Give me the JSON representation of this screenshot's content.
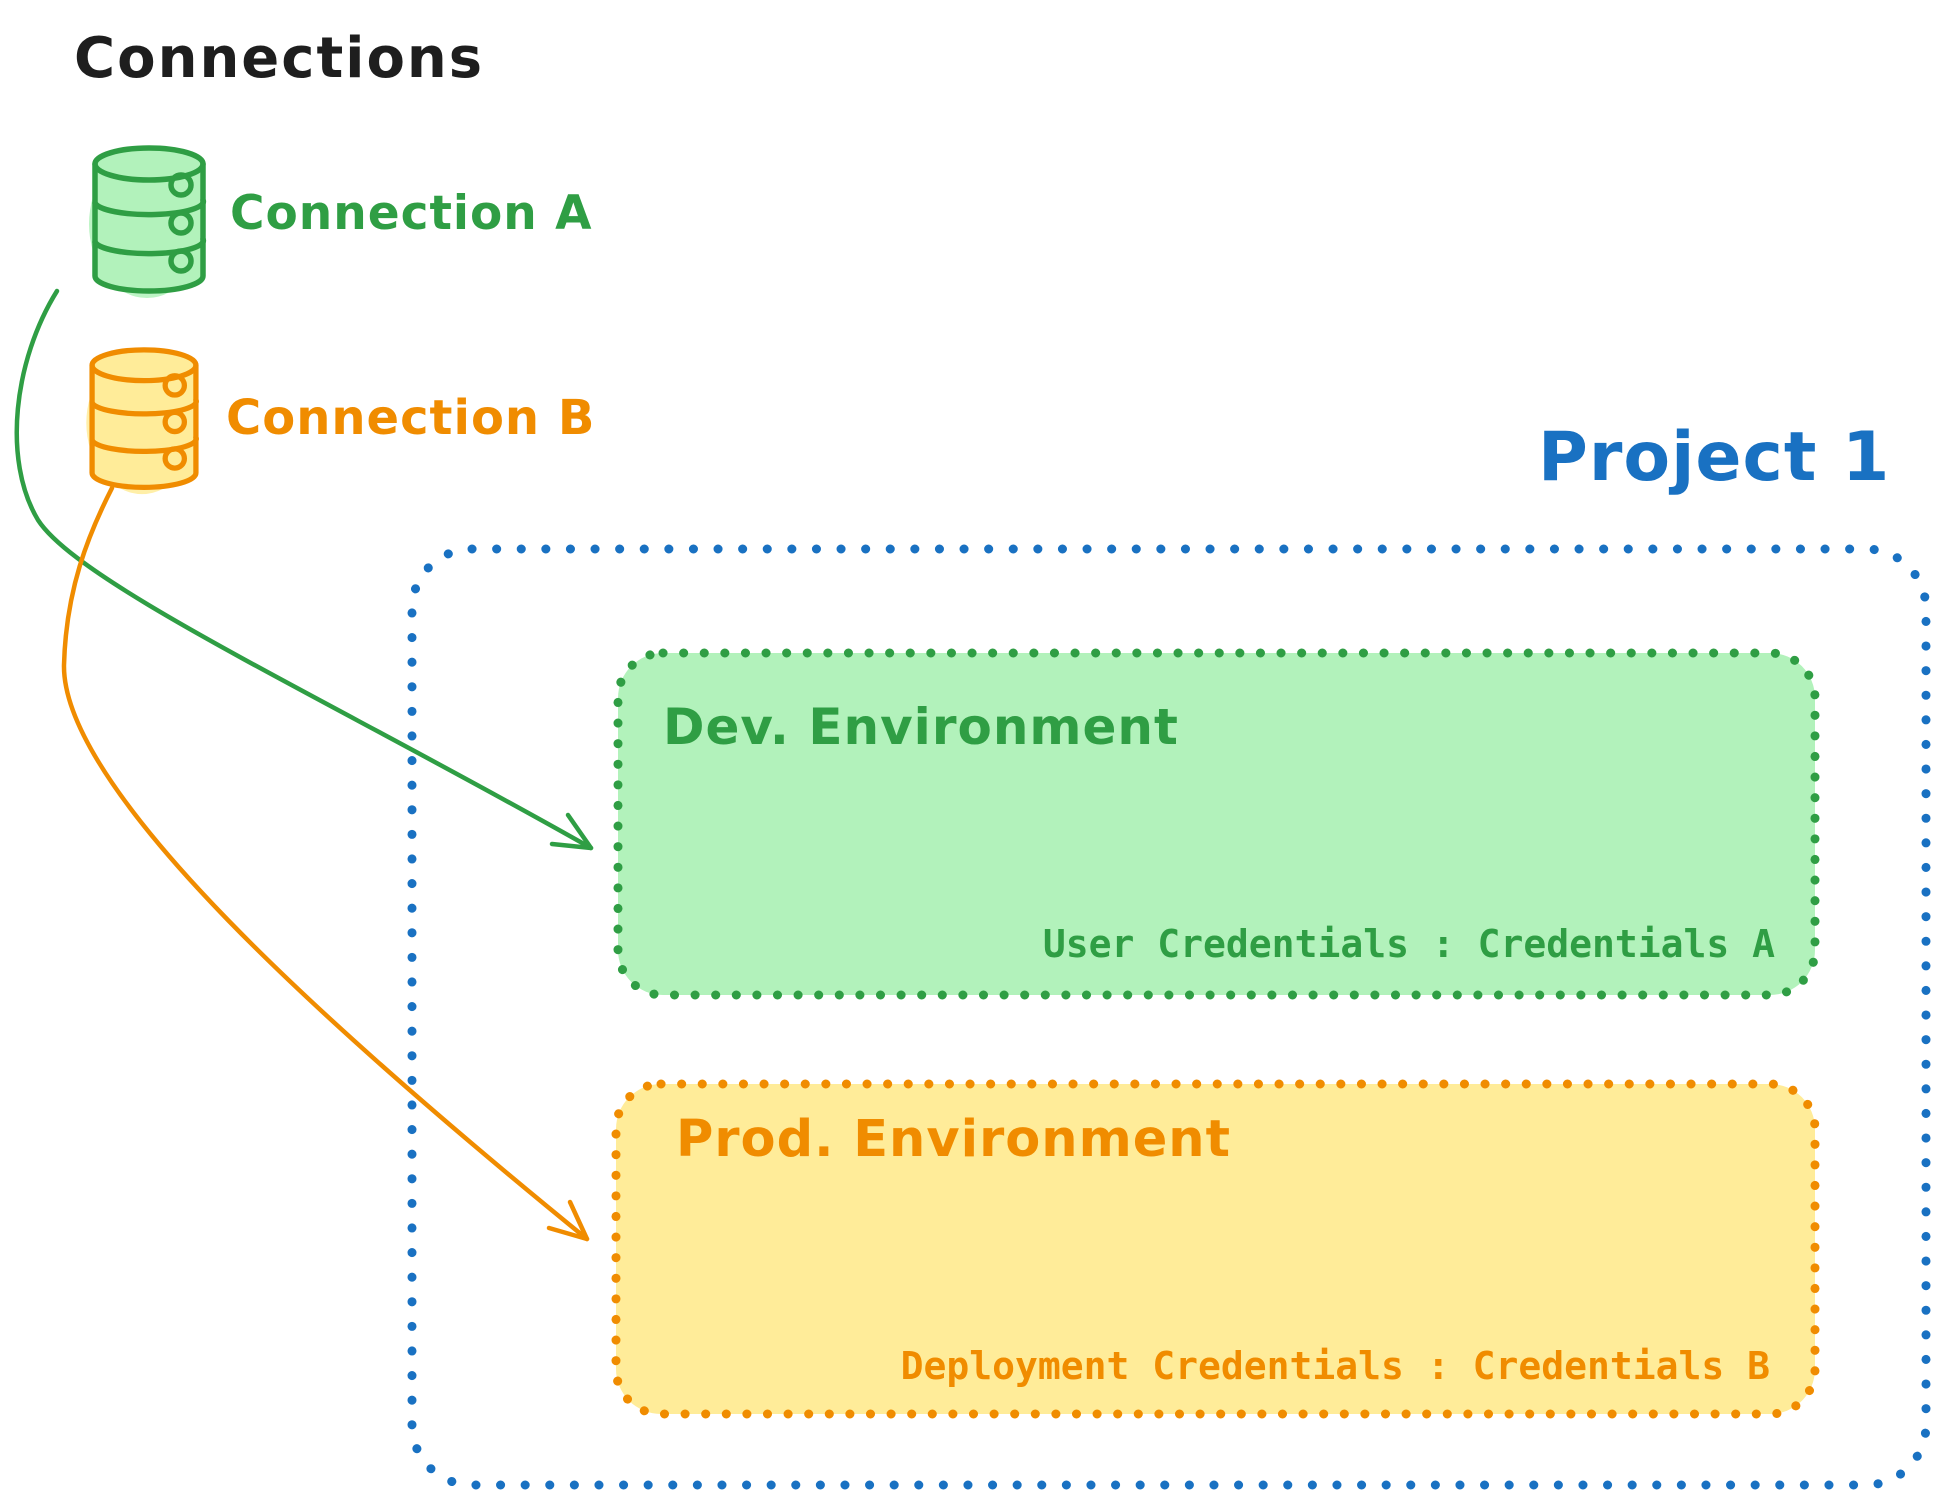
{
  "title": "Connections",
  "colors": {
    "ink": "#1e1e1e",
    "green": "#2f9e44",
    "green-bg": "#b2f2bb",
    "orange": "#f08c00",
    "orange-bg": "#ffec99",
    "blue": "#1971c2"
  },
  "connections": [
    {
      "label": "Connection A",
      "color": "green",
      "icon": "database-icon"
    },
    {
      "label": "Connection B",
      "color": "orange",
      "icon": "database-icon"
    }
  ],
  "project": {
    "label": "Project 1",
    "environments": [
      {
        "name": "Dev. Environment",
        "credentials_label": "User Credentials : Credentials A"
      },
      {
        "name": "Prod. Environment",
        "credentials_label": "Deployment Credentials : Credentials B"
      }
    ]
  },
  "arrows": [
    {
      "from": "Connection A",
      "to": "Dev. Environment",
      "color": "green"
    },
    {
      "from": "Connection B",
      "to": "Prod. Environment",
      "color": "orange"
    }
  ]
}
